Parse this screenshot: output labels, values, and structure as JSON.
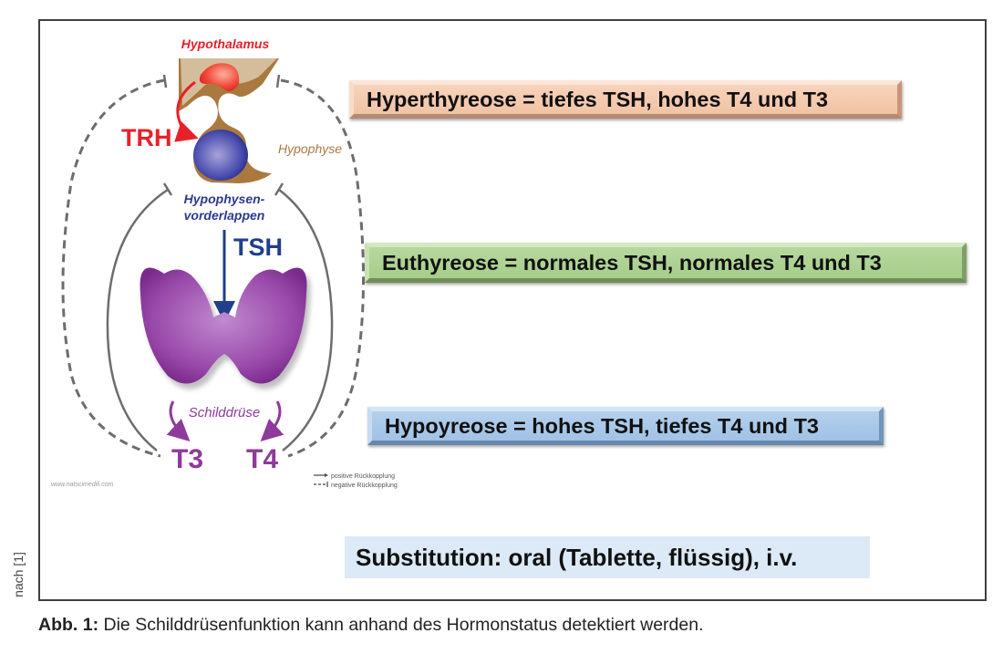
{
  "diagram": {
    "labels": {
      "hypothalamus": "Hypothalamus",
      "trh": "TRH",
      "hypophyse": "Hypophyse",
      "hypophysen_line1": "Hypophysen-",
      "hypophysen_line2": "vorderlappen",
      "tsh": "TSH",
      "schilddruese": "Schilddrüse",
      "t3": "T3",
      "t4": "T4"
    },
    "legend": {
      "positive": "positive Rückkopplung",
      "negative": "negative Rückkopplung"
    },
    "watermark": "www.natscimedili.com",
    "colors": {
      "hypothalamus": "#e8202a",
      "hypophyse": "#a9793f",
      "vorderlappen": "#2b2f8f",
      "tsh": "#1f3f8a",
      "thyroid": "#8e3a9b",
      "feedback": "#6d6d6d"
    }
  },
  "conditions": [
    {
      "id": "hyper",
      "text": "Hyperthyreose = tiefes TSH, hohes T4 und T3",
      "color": "#f2c6a8"
    },
    {
      "id": "eu",
      "text": "Euthyreose = normales TSH, normales T4 und T3",
      "color": "#a9cf8d"
    },
    {
      "id": "hypo",
      "text": "Hypoyreose = hohes TSH, tiefes T4 und T3",
      "color": "#a3c4e7"
    }
  ],
  "substitution": "Substitution: oral (Tablette, flüssig), i.v.",
  "credit": "nach [1]",
  "caption": {
    "label": "Abb. 1:",
    "text": " Die Schilddrüsenfunktion kann anhand des Hormonstatus detektiert werden."
  }
}
